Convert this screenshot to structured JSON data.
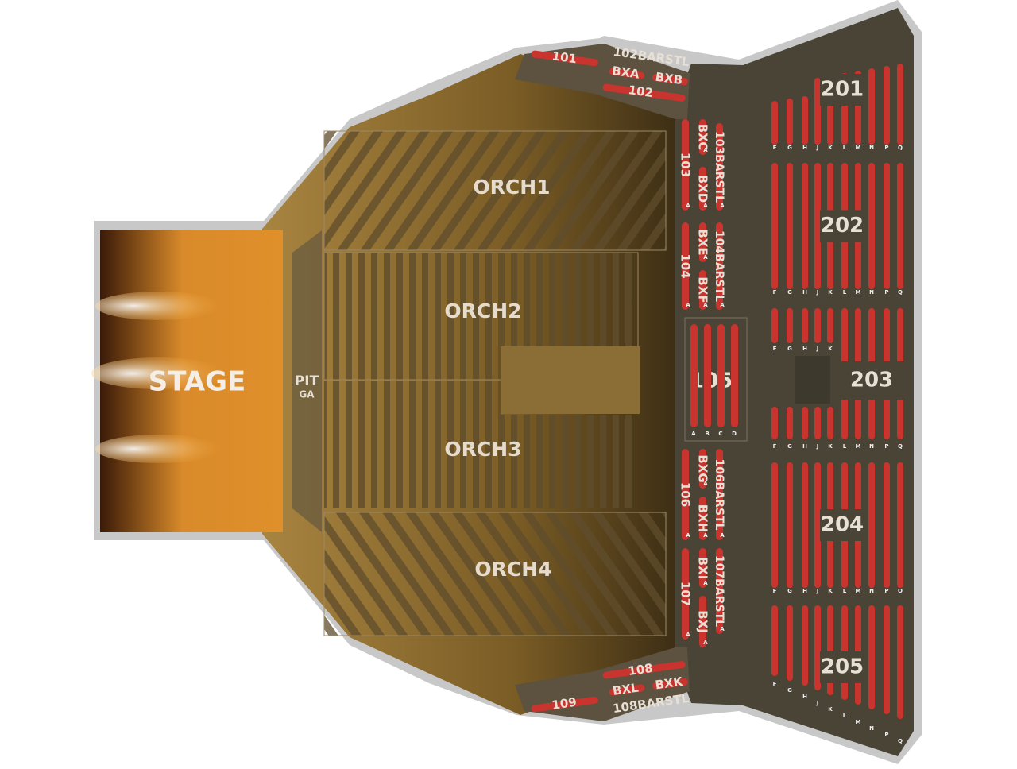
{
  "stage": {
    "label": "STAGE"
  },
  "pit": {
    "label": "PIT",
    "sub": "GA"
  },
  "orchestra": [
    {
      "id": "orch1",
      "label": "ORCH1"
    },
    {
      "id": "orch2",
      "label": "ORCH2"
    },
    {
      "id": "orch3",
      "label": "ORCH3"
    },
    {
      "id": "orch4",
      "label": "ORCH4"
    }
  ],
  "boxes": {
    "s101": "101",
    "s102barstl": "102BARSTL",
    "bxa": "BXA",
    "bxb": "BXB",
    "s102": "102",
    "s103": "103",
    "bxc": "BXC",
    "bxd": "BXD",
    "s103barstl": "103BARSTL",
    "s104": "104",
    "bxe": "BXE",
    "bxf": "BXF",
    "s104barstl": "104BARSTL",
    "s106": "106",
    "bxg": "BXG",
    "bxh": "BXH",
    "s106barstl": "106BARSTL",
    "s107": "107",
    "bxi": "BXI",
    "bxj": "BXJ",
    "s107barstl": "107BARSTL",
    "s108": "108",
    "bxl": "BXL",
    "bxk": "BXK",
    "s108barstl": "108BARSTL",
    "s109": "109",
    "row_a": "A"
  },
  "section105": {
    "label": "105",
    "rows": [
      "A",
      "B",
      "C",
      "D"
    ]
  },
  "upper": [
    {
      "label": "201",
      "rows": [
        "F",
        "G",
        "H",
        "J",
        "K",
        "L",
        "M",
        "N",
        "P",
        "Q"
      ]
    },
    {
      "label": "202",
      "rows": [
        "F",
        "G",
        "H",
        "J",
        "K",
        "L",
        "M",
        "N",
        "P",
        "Q"
      ]
    },
    {
      "label": "203",
      "rows_upper": [
        "F",
        "G",
        "H",
        "J",
        "K"
      ],
      "rows": [
        "F",
        "G",
        "H",
        "J",
        "K",
        "L",
        "M",
        "N",
        "P",
        "Q"
      ]
    },
    {
      "label": "204",
      "rows": [
        "F",
        "G",
        "H",
        "J",
        "K",
        "L",
        "M",
        "N",
        "P",
        "Q"
      ]
    },
    {
      "label": "205",
      "rows": [
        "F",
        "G",
        "H",
        "J",
        "K",
        "L",
        "M",
        "N",
        "P",
        "Q"
      ]
    }
  ],
  "colors": {
    "seat_red": "#c9342f",
    "floor": "#8a6a2c",
    "stage": "#d9801c",
    "balcony": "#4a4436",
    "outline": "#c8c8c8"
  }
}
